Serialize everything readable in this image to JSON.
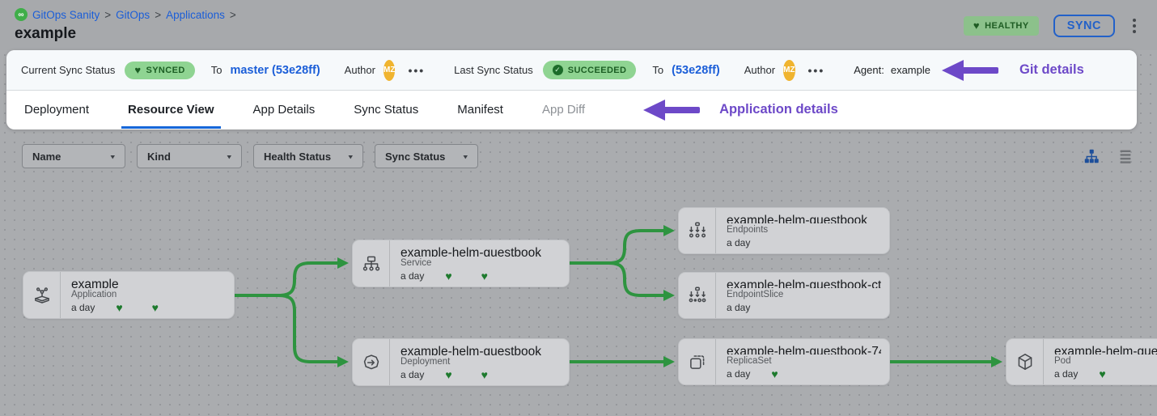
{
  "header": {
    "breadcrumb": {
      "separator": ">",
      "items": [
        "GitOps Sanity",
        "GitOps",
        "Applications"
      ]
    },
    "title": "example",
    "health_badge": "HEALTHY",
    "sync_button": "SYNC"
  },
  "status_bar": {
    "current": {
      "label": "Current Sync Status",
      "badge": "SYNCED",
      "to": "To",
      "revision": "master (53e28ff)",
      "author_label": "Author",
      "author_initials": "MZ",
      "more": "•••"
    },
    "last": {
      "label": "Last Sync Status",
      "badge": "SUCCEEDED",
      "to": "To",
      "revision": "(53e28ff)",
      "author_label": "Author",
      "author_initials": "MZ",
      "more": "•••"
    },
    "agent_label": "Agent:",
    "agent_value": "example",
    "annotation": "Git details"
  },
  "tabs": {
    "items": [
      {
        "label": "Deployment"
      },
      {
        "label": "Resource View",
        "active": true
      },
      {
        "label": "App Details"
      },
      {
        "label": "Sync Status"
      },
      {
        "label": "Manifest"
      },
      {
        "label": "App Diff",
        "disabled": true
      }
    ],
    "annotation": "Application details"
  },
  "filters": {
    "items": [
      "Name",
      "Kind",
      "Health Status",
      "Sync Status"
    ]
  },
  "graph": {
    "nodes": [
      {
        "name": "example",
        "kind": "Application",
        "age": "a day",
        "hearts": 2
      },
      {
        "name": "example-helm-guestbook",
        "kind": "Service",
        "age": "a day",
        "hearts": 2
      },
      {
        "name": "example-helm-guestbook",
        "kind": "Endpoints",
        "age": "a day",
        "hearts": 0
      },
      {
        "name": "example-helm-guestbook-ct...",
        "kind": "EndpointSlice",
        "age": "a day",
        "hearts": 0
      },
      {
        "name": "example-helm-guestbook",
        "kind": "Deployment",
        "age": "a day",
        "hearts": 2
      },
      {
        "name": "example-helm-guestbook-74...",
        "kind": "ReplicaSet",
        "age": "a day",
        "hearts": 1
      },
      {
        "name": "example-helm-guest",
        "kind": "Pod",
        "age": "a day",
        "hearts": 1
      }
    ]
  },
  "colors": {
    "annotation-purple": "#6d49c8",
    "edge-green": "#2e9440",
    "badge-green-bg": "#8fd492",
    "badge-green-text": "#1c5e24",
    "link-blue": "#1b5ed8",
    "avatar-orange": "#f0b42f",
    "heart-green": "#1e7a2e",
    "tab-underline": "#1667d9"
  }
}
